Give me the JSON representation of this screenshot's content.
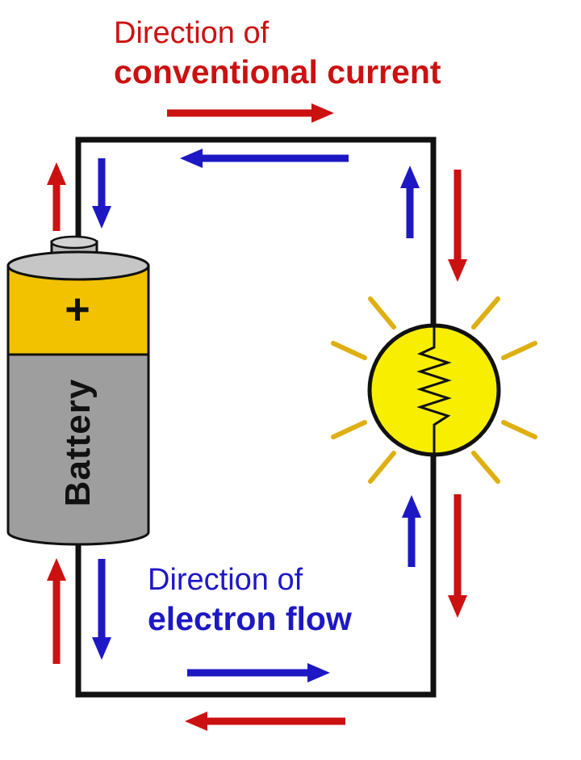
{
  "labels": {
    "current_line1": "Direction of",
    "current_line2": "conventional current",
    "electron_line1": "Direction of",
    "electron_line2": "electron flow",
    "battery_plus": "+",
    "battery_label": "Battery"
  },
  "legend": {
    "red_arrows_mean": "conventional current direction",
    "blue_arrows_mean": "electron flow direction"
  },
  "colors": {
    "current_red": "#cc1111",
    "electron_blue": "#1d18c4",
    "wire_black": "#111111",
    "bulb_yellow": "#f8ee00",
    "battery_yellow": "#f2c200",
    "battery_gray": "#9e9e9e",
    "battery_rim_gray": "#c6c6c6",
    "ray_gold": "#dfaf12",
    "text_black": "#111111"
  }
}
